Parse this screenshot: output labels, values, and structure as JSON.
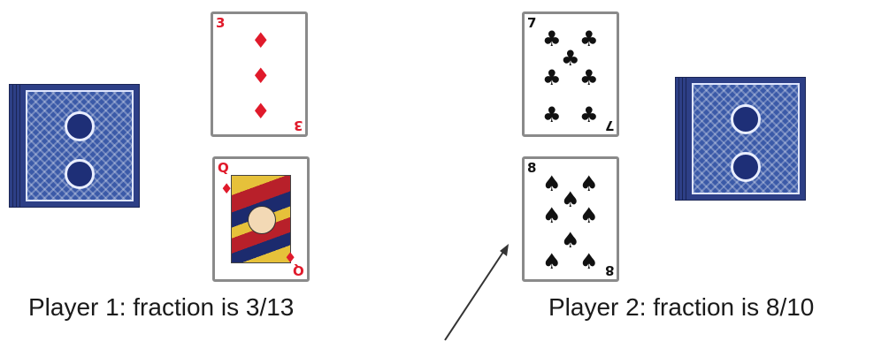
{
  "player1": {
    "caption": "Player 1: fraction is 3/13",
    "cards": [
      {
        "rank": "3",
        "suit": "diamonds",
        "suit_symbol": "♦",
        "color": "red"
      },
      {
        "rank": "Q",
        "suit": "diamonds",
        "suit_symbol": "♦",
        "color": "red"
      }
    ]
  },
  "player2": {
    "caption": "Player 2: fraction is 8/10",
    "cards": [
      {
        "rank": "7",
        "suit": "clubs",
        "suit_symbol": "♣",
        "color": "black"
      },
      {
        "rank": "8",
        "suit": "spades",
        "suit_symbol": "♠",
        "color": "black"
      }
    ]
  },
  "colors": {
    "card_back": "#2d3f86",
    "red_suit": "#e01a2b",
    "black_suit": "#111111"
  }
}
